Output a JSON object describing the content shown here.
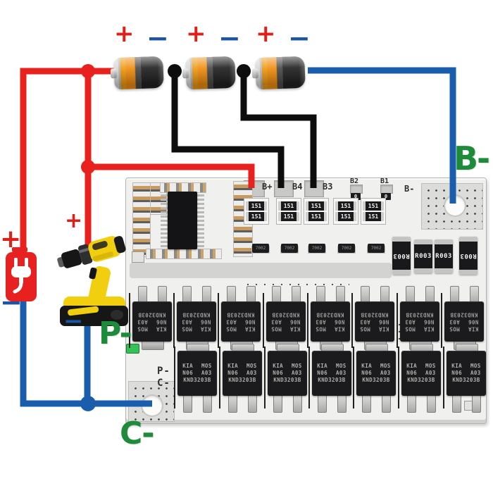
{
  "labels": {
    "plus": "+",
    "minus": "−"
  },
  "charger": {
    "plus": "+",
    "minus": "−"
  },
  "drill": {
    "plus": "+",
    "minus": "−"
  },
  "green_markers": {
    "b_minus": "B-",
    "p_minus": "P-",
    "c_minus": "C-"
  },
  "pcb": {
    "pad_labels": {
      "b_plus": "B+",
      "b4": "B4",
      "b3": "B3",
      "b2": "B2",
      "b1": "B1",
      "b_minus": "B-"
    },
    "silkscreen": {
      "p_minus": "P-",
      "c_minus": "C-"
    },
    "components": {
      "balance_resistor": "151",
      "balance_transistor": "7002",
      "shunt_resistor": "R003",
      "zero_ohm_jumper": "0",
      "mosfet_line1": "KIA MOS",
      "mosfet_line2": "N06 A03",
      "mosfet_line3": "KND3203B"
    }
  },
  "colors": {
    "positive_wire": "#e8201e",
    "negative_wire": "#1a5dac",
    "series_wire": "#0d0d0d",
    "marker_green": "#1e8b3b",
    "drill_yellow": "#f2cf0e",
    "charger_red": "#e7211f",
    "pcb_white": "#f0f0ee"
  }
}
